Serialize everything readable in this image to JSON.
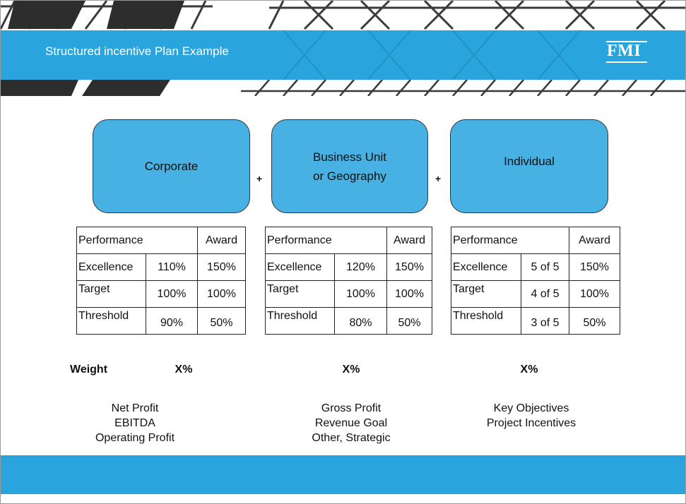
{
  "header": {
    "title": "Structured incentive Plan Example",
    "logo_text": "FMI",
    "colors": {
      "banner": "#29a4dc",
      "box_fill": "#46b1e2"
    }
  },
  "components": [
    {
      "label_line1": "Corporate",
      "label_line2": ""
    },
    {
      "label_line1": "Business Unit",
      "label_line2": "or Geography"
    },
    {
      "label_line1": "Individual",
      "label_line2": ""
    }
  ],
  "operators": [
    "+",
    "+"
  ],
  "tables": [
    {
      "header": {
        "performance": "Performance",
        "award": "Award"
      },
      "rows": [
        {
          "level": "Excellence",
          "measure": "110%",
          "award": "150%"
        },
        {
          "level": "Target",
          "measure": "100%",
          "award": "100%"
        },
        {
          "level": "Threshold",
          "measure": "90%",
          "award": "50%"
        }
      ]
    },
    {
      "header": {
        "performance": "Performance",
        "award": "Award"
      },
      "rows": [
        {
          "level": "Excellence",
          "measure": "120%",
          "award": "150%"
        },
        {
          "level": "Target",
          "measure": "100%",
          "award": "100%"
        },
        {
          "level": "Threshold",
          "measure": "80%",
          "award": "50%"
        }
      ]
    },
    {
      "header": {
        "performance": "Performance",
        "award": "Award"
      },
      "rows": [
        {
          "level": "Excellence",
          "measure": "5 of 5",
          "award": "150%"
        },
        {
          "level": "Target",
          "measure": "4 of 5",
          "award": "100%"
        },
        {
          "level": "Threshold",
          "measure": "3 of 5",
          "award": "50%"
        }
      ]
    }
  ],
  "weight": {
    "label": "Weight",
    "values": [
      "X%",
      "X%",
      "X%"
    ]
  },
  "metrics": [
    [
      "Net Profit",
      "EBITDA",
      "Operating Profit"
    ],
    [
      "Gross Profit",
      "Revenue Goal",
      "Other, Strategic"
    ],
    [
      "Key Objectives",
      "Project Incentives"
    ]
  ]
}
